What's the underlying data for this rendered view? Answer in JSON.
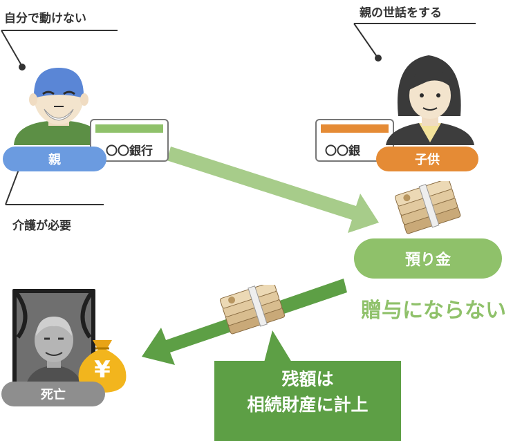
{
  "parent": {
    "label": "親",
    "caption_top": "自分で動けない",
    "caption_bottom": "介護が必要",
    "bank_card_text": "〇〇銀行"
  },
  "child": {
    "label": "子供",
    "caption_top": "親の世話をする",
    "bank_card_text": "〇〇銀"
  },
  "deposit": {
    "label": "預り金",
    "note": "贈与にならない"
  },
  "deceased": {
    "label": "死亡",
    "money_bag_symbol": "¥"
  },
  "balance_note": {
    "line1": "残額は",
    "line2": "相続財産に計上"
  },
  "colors": {
    "parent_pill": "#6b9be0",
    "child_pill": "#e58b35",
    "deposit_pill": "#8fc16a",
    "deposit_note": "#8fc16a",
    "deceased_pill": "#8e8e8e",
    "balance_box": "#5d9f45",
    "arrow_light": "#a7cc8a",
    "arrow_dark": "#5d9f45"
  }
}
